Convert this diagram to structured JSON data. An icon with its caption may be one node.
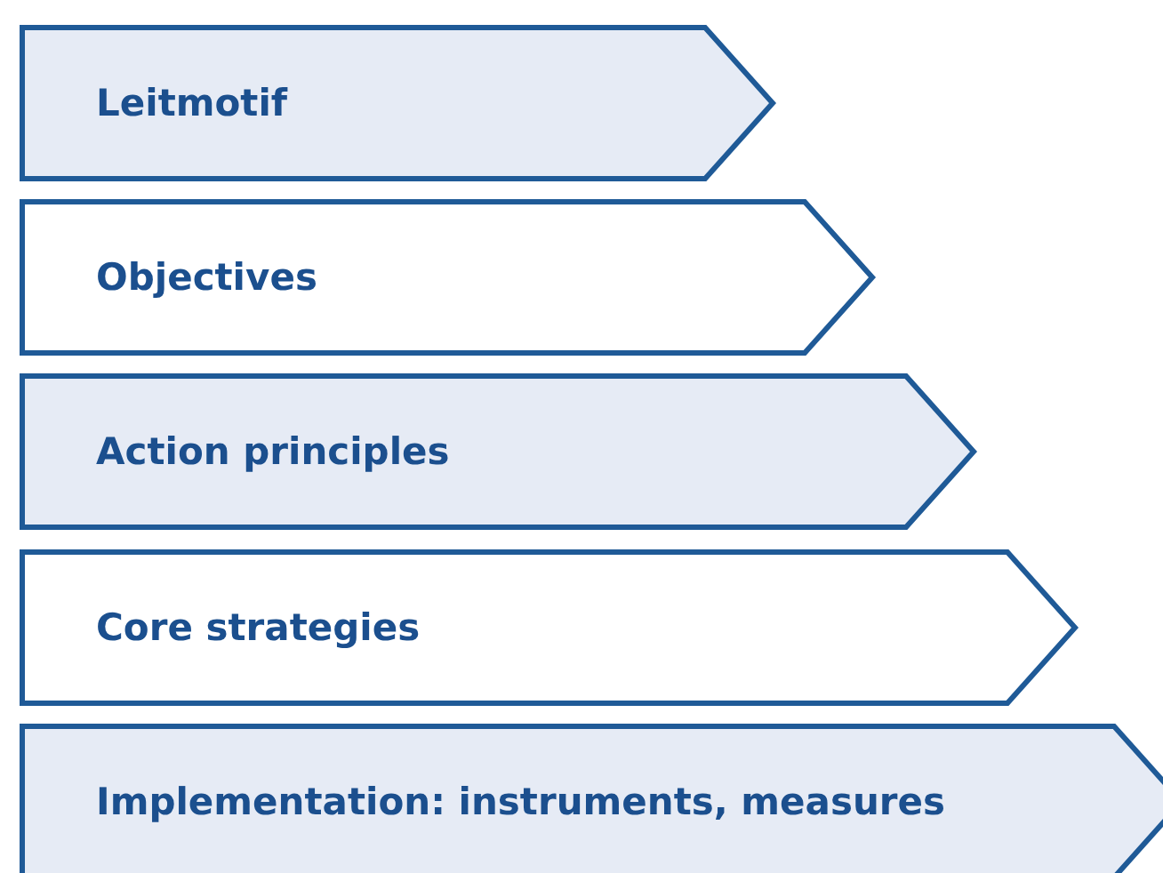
{
  "diagram": {
    "nodes": [
      {
        "text": [
          "Leitmotif"
        ]
      },
      {
        "text": [
          "Objectives"
        ]
      },
      {
        "text": [
          "Action principles"
        ]
      },
      {
        "text": [
          "Core strategies"
        ]
      },
      {
        "text": [
          "Implementation: instruments, measures"
        ]
      }
    ]
  }
}
